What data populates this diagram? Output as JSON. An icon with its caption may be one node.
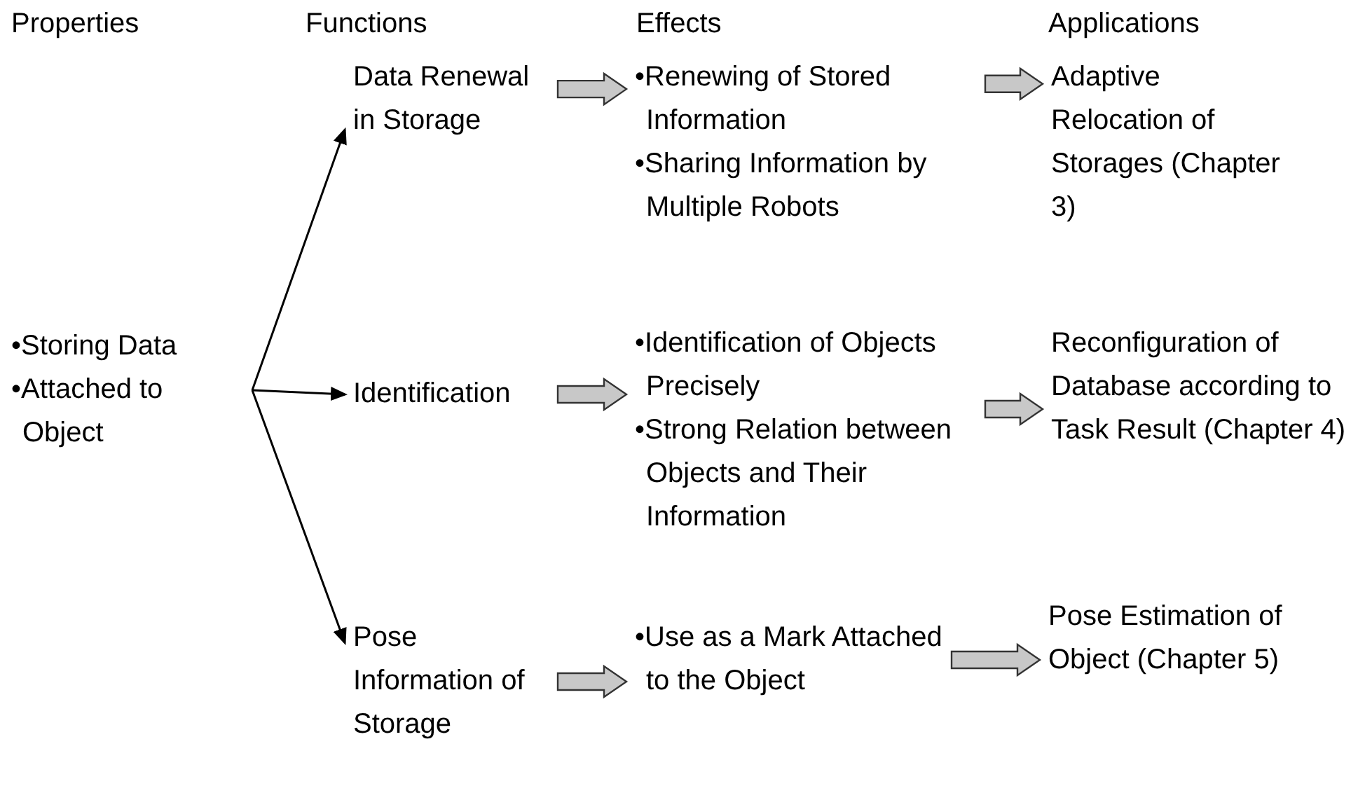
{
  "diagram": {
    "nodes": [
      {
        "text": [
          "•Storing Data",
          "•Attached to Object"
        ]
      },
      {
        "text": [
          "Data Renewal in Storage"
        ]
      },
      {
        "text": [
          "Identification"
        ]
      },
      {
        "text": [
          "Pose Information of Storage"
        ]
      },
      {
        "text": [
          "•Renewing of Stored Information",
          "•Sharing Information by Multiple Robots"
        ]
      },
      {
        "text": [
          "•Identification of Objects Precisely",
          "•Strong Relation between Objects and Their Information"
        ]
      },
      {
        "text": [
          "•Use as a Mark Attached to the Object"
        ]
      },
      {
        "text": [
          "Adaptive Relocation of Storages (Chapter 3)"
        ]
      },
      {
        "text": [
          "Reconfiguration of Database according to Task Result (Chapter 4)"
        ]
      },
      {
        "text": [
          "Pose Estimation of Object (Chapter 5)"
        ]
      }
    ],
    "edges": [
      {
        "from": 0,
        "to": 1,
        "arrow": "to"
      },
      {
        "from": 0,
        "to": 2,
        "arrow": "to"
      },
      {
        "from": 0,
        "to": 3,
        "arrow": "to"
      },
      {
        "from": 1,
        "to": 4,
        "arrow": "to",
        "style": "thick"
      },
      {
        "from": 4,
        "to": 7,
        "arrow": "to",
        "style": "thick"
      },
      {
        "from": 2,
        "to": 5,
        "arrow": "to",
        "style": "thick"
      },
      {
        "from": 5,
        "to": 8,
        "arrow": "to",
        "style": "thick"
      },
      {
        "from": 3,
        "to": 6,
        "arrow": "to",
        "style": "thick"
      },
      {
        "from": 6,
        "to": 9,
        "arrow": "to",
        "style": "thick"
      }
    ],
    "labels": [
      "Properties",
      "Functions",
      "Effects",
      "Applications"
    ]
  }
}
